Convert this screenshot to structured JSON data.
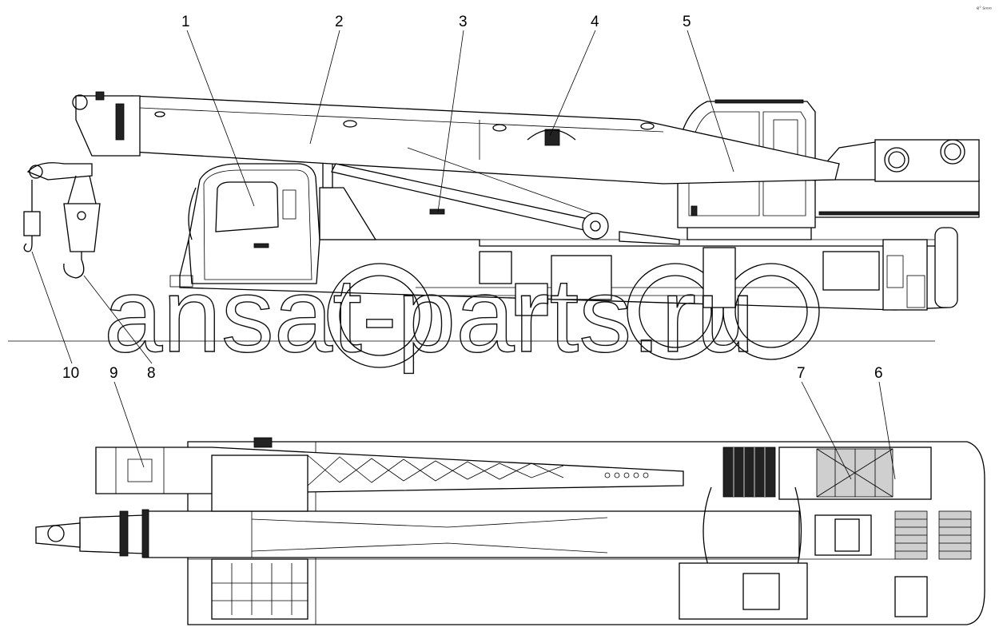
{
  "figure": {
    "corner_code": "e° s∞∞",
    "watermark": "ansat-parts.ru",
    "callouts": [
      {
        "id": "c1",
        "label": "1"
      },
      {
        "id": "c2",
        "label": "2"
      },
      {
        "id": "c3",
        "label": "3"
      },
      {
        "id": "c4",
        "label": "4"
      },
      {
        "id": "c5",
        "label": "5"
      },
      {
        "id": "c6",
        "label": "6"
      },
      {
        "id": "c7",
        "label": "7"
      },
      {
        "id": "c8",
        "label": "8"
      },
      {
        "id": "c9",
        "label": "9"
      },
      {
        "id": "c10",
        "label": "10"
      }
    ]
  }
}
